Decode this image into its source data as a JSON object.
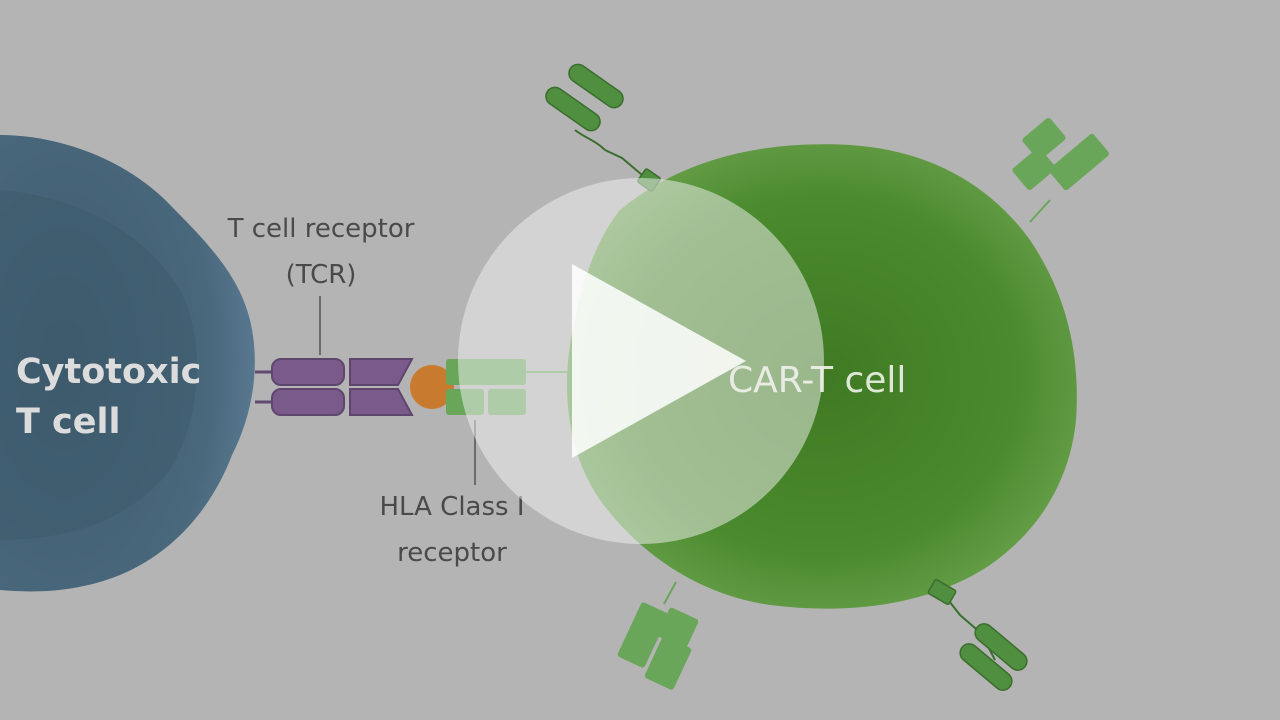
{
  "labels": {
    "cytotoxic_line1": "Cytotoxic",
    "cytotoxic_line2": "T cell",
    "tcr_line1": "T cell receptor",
    "tcr_line2": "(TCR)",
    "hla_line1": "HLA Class I",
    "hla_line2": "receptor",
    "car_t": "CAR-T cell"
  },
  "player": {
    "play_icon": "play-icon"
  },
  "colors": {
    "background": "#b4b4b4",
    "cytotoxic_cell": "#4c6a7e",
    "car_t_cell": "#4e8a30",
    "tcr": "#7a5a8a",
    "antigen": "#c87a2e",
    "car_receptor": "#4f8f3f",
    "hla": "#6aa65a"
  }
}
